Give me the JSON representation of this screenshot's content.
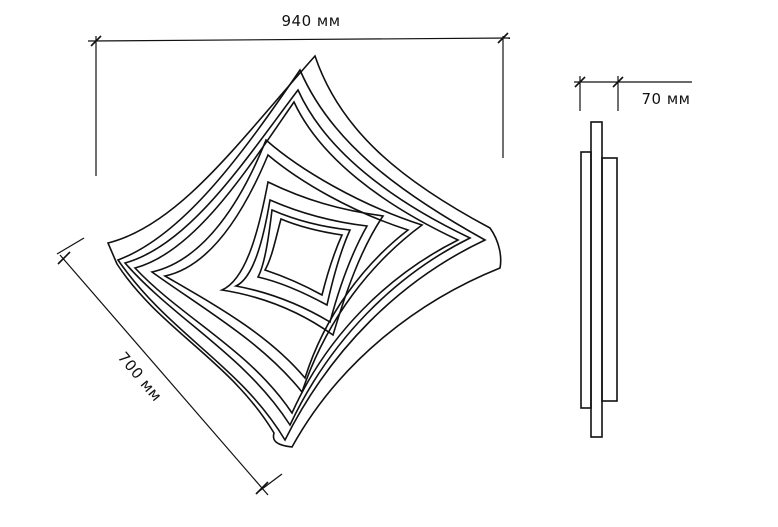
{
  "dimensions": {
    "width_label": "940 мм",
    "depth_label": "700 мм",
    "height_label": "70 мм"
  },
  "colors": {
    "line": "#111111",
    "background": "#ffffff"
  }
}
